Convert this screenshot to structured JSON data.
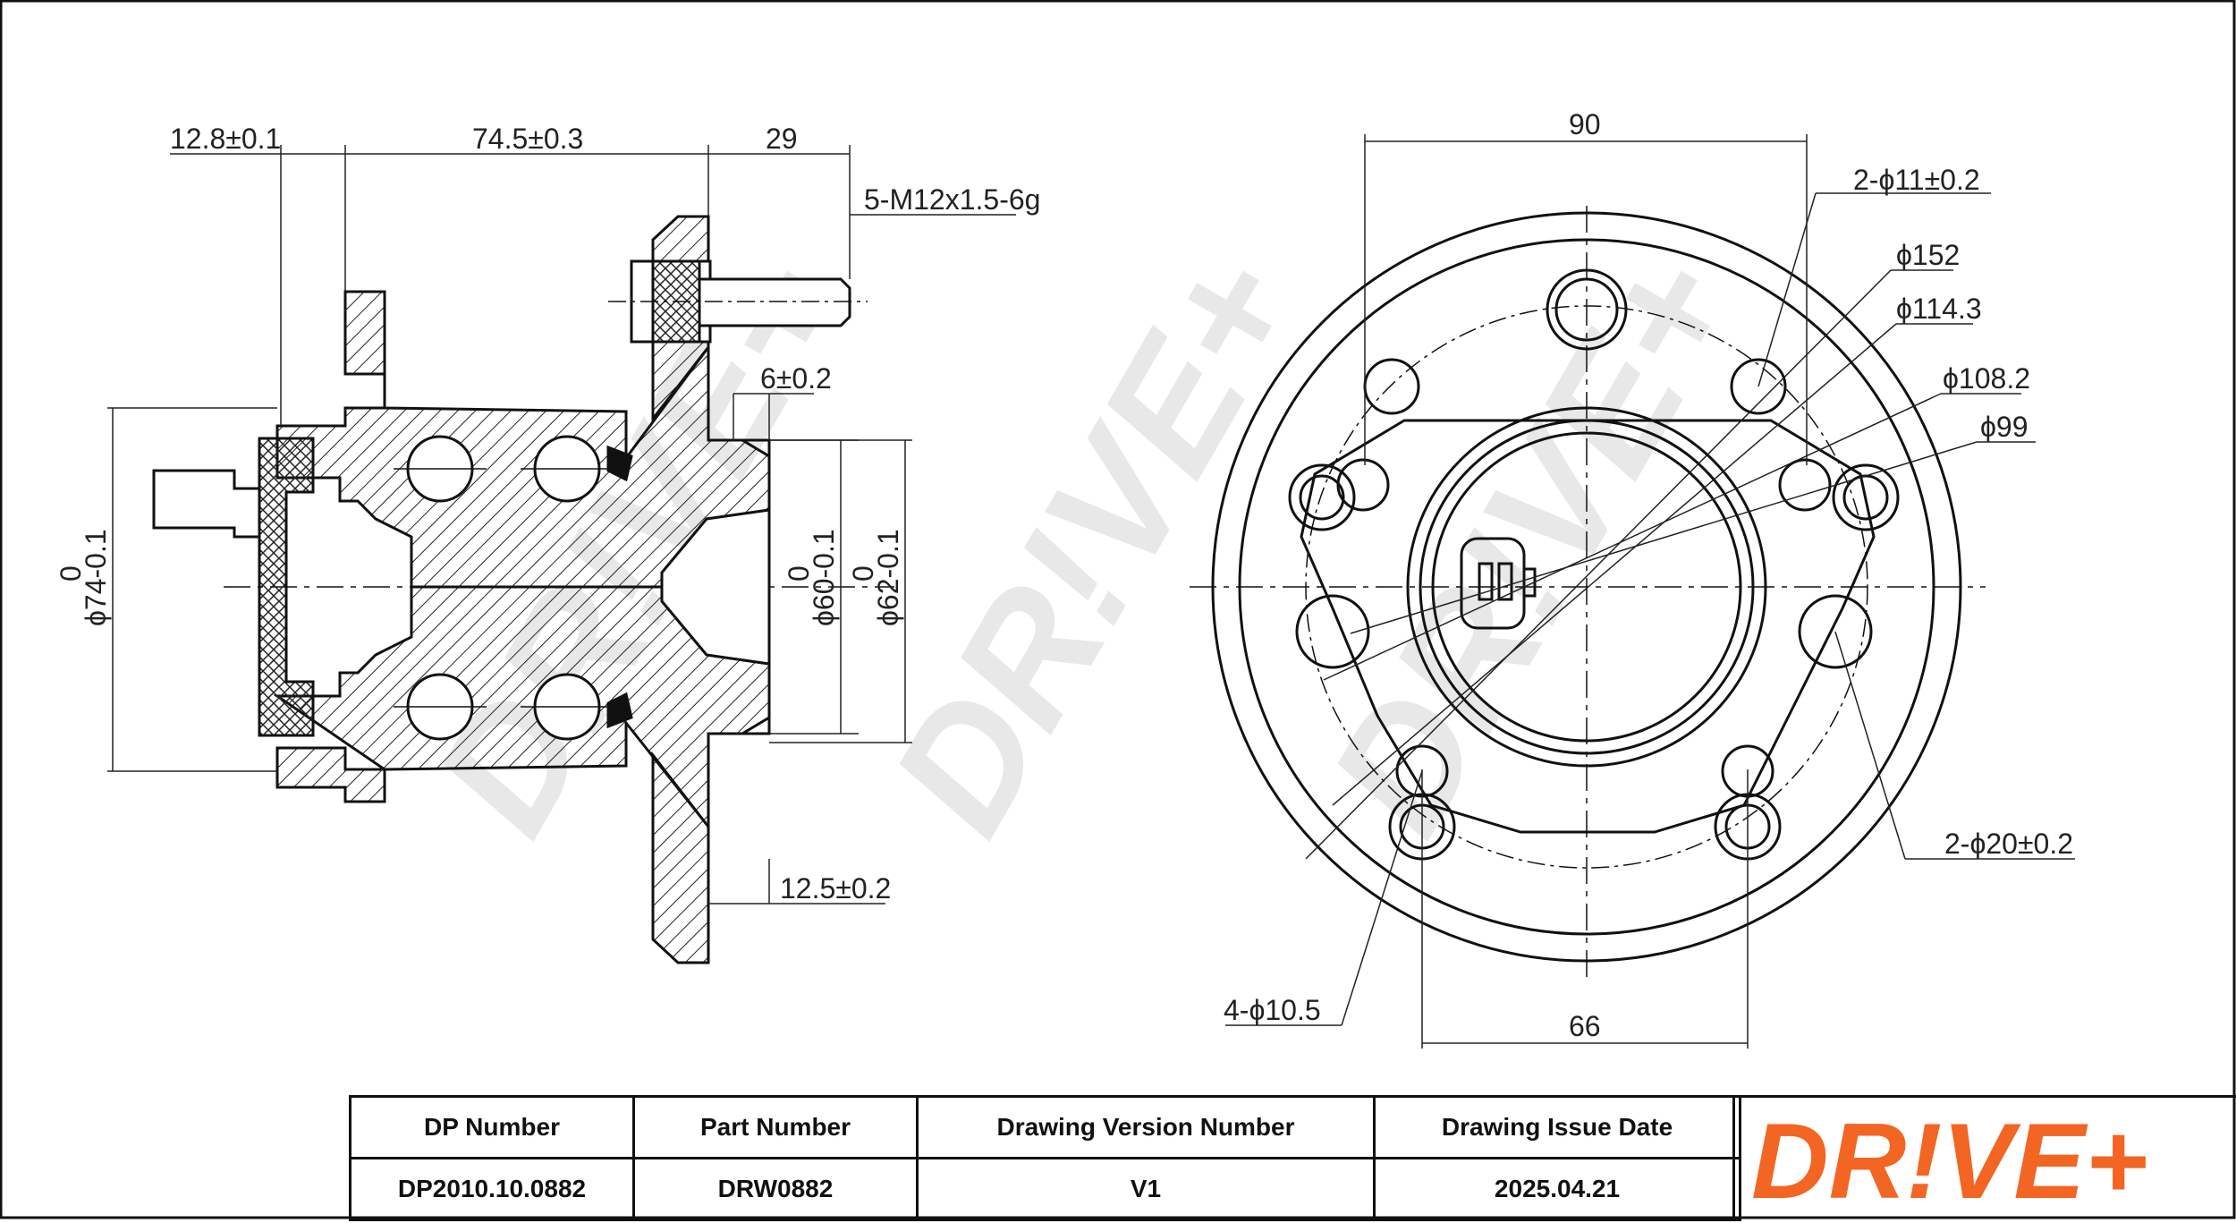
{
  "brand": {
    "logo_text": "DR!VE+",
    "watermark_text": "DR!VE+",
    "logo_color": "#f26522",
    "watermark_color": "#e6e6e6"
  },
  "dimensions": {
    "left_view": {
      "flange_thickness": "12.8±0.1",
      "hub_length": "74.5±0.3",
      "stud_projection": "29",
      "stud_thread": "5-M12x1.5-6g",
      "spigot": "6±0.2",
      "flange_offset": "12.5±0.2",
      "outer_dia": "ϕ74-0.1",
      "outer_dia_upper_tol": "0",
      "pilot_dia": "ϕ60-0.1",
      "pilot_dia_upper_tol": "0",
      "pilot2_dia": "ϕ62-0.1",
      "pilot2_dia_upper_tol": "0"
    },
    "right_view": {
      "top_span": "90",
      "small_holes": "2-ϕ11±0.2",
      "flange_dia": "ϕ152",
      "pcd": "ϕ114.3",
      "bore1": "ϕ108.2",
      "bore2": "ϕ99",
      "large_holes": "2-ϕ20±0.2",
      "mount_holes": "4-ϕ10.5",
      "bottom_span": "66"
    }
  },
  "title_block": {
    "headers": [
      "DP Number",
      "Part Number",
      "Drawing Version Number",
      "Drawing Issue Date"
    ],
    "values": [
      "DP2010.10.0882",
      "DRW0882",
      "V1",
      "2025.04.21"
    ]
  }
}
